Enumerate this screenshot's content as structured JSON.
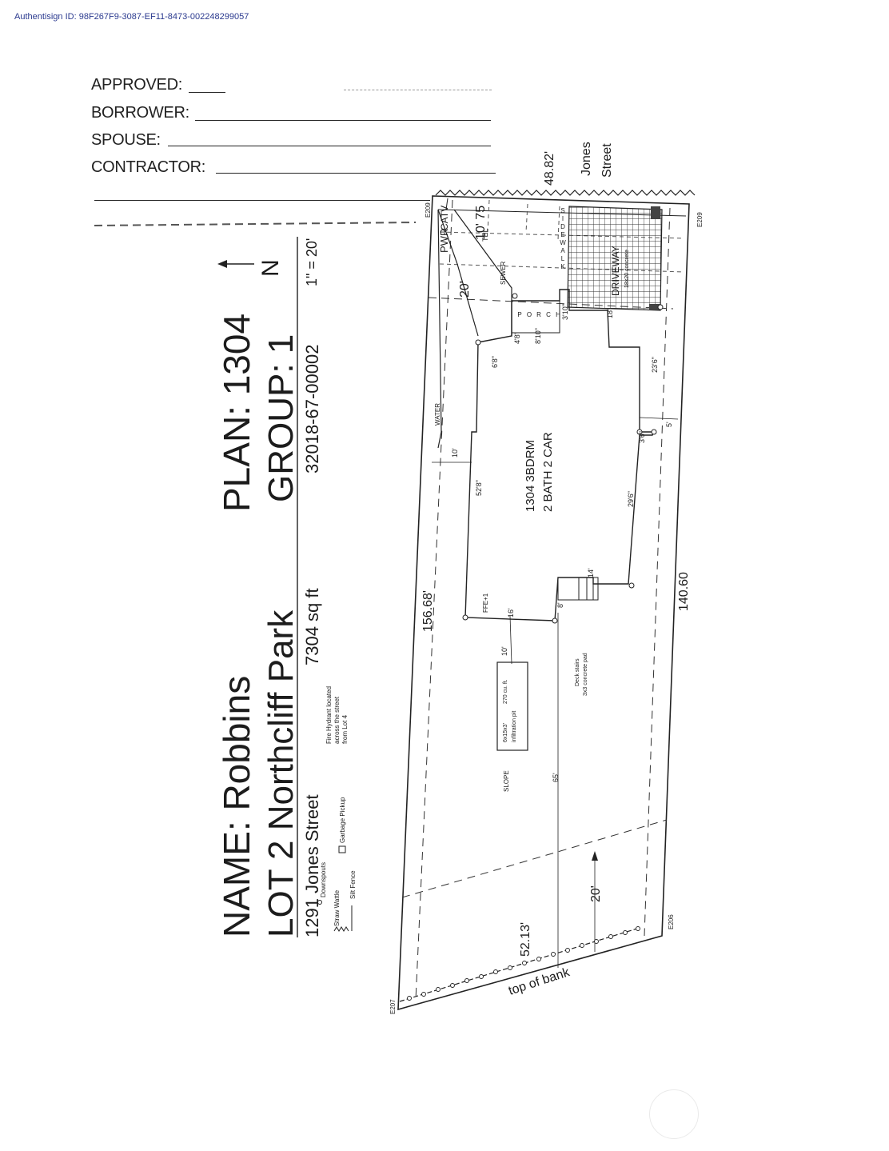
{
  "authentisign": "Authentisign ID: 98F267F9-3087-EF11-8473-002248299057",
  "signatures": {
    "approved": "APPROVED:",
    "borrower": "BORROWER:",
    "spouse": "SPOUSE:",
    "contractor": "CONTRACTOR:"
  },
  "title_block": {
    "name": "NAME:  Robbins",
    "lot": "LOT 2   Northcliff Park",
    "address": "1291 Jones Street",
    "area": "7304 sq ft",
    "plan": "PLAN: 1304",
    "group": "GROUP: 1",
    "parcel": "32018-67-00002",
    "scale": "1\" = 20'",
    "north": "N"
  },
  "legend": {
    "downspouts": "Downspouts",
    "straw_wattle": "Straw Wattle",
    "silt_fence": "Silt Fence",
    "garbage": "Garbage Pickup",
    "hydrant": [
      "Fire Hydrant located",
      "across the street",
      "from Lot 4"
    ]
  },
  "site": {
    "street_name": [
      "Jones",
      "Street"
    ],
    "frontage": "48.82'",
    "left_line": "156.68'",
    "right_line": "140.60",
    "rear_line": "52.13'",
    "top_of_bank": "top of bank",
    "rear_setback": "20'",
    "corners": {
      "nw": "E209",
      "ne": "E209",
      "sw": "E207",
      "se": "E206"
    },
    "house_label": [
      "1304 3BDRM",
      "2 BATH 2 CAR"
    ],
    "driveway": "DRIVEWAY",
    "driveway_note": "18x20 concrete",
    "sidewalk": [
      "S",
      "I",
      "D",
      "E",
      "W",
      "A",
      "L",
      "K"
    ],
    "porch": [
      "P",
      "O",
      "R",
      "C",
      "H"
    ],
    "pwr": "PWR",
    "catv": "CATV",
    "tel": "TEL",
    "sewer": "SEWER",
    "water": "WATER",
    "slope": "SLOPE",
    "ffe": "FFE+1",
    "infiltration": [
      "6x15x3'",
      "270 cu. ft.",
      "infiltration pit"
    ],
    "deck": [
      "Deck stairs",
      "3x3 concrete pad"
    ],
    "dims": {
      "front_setback": "20'",
      "dim_10_75": "10' 75",
      "porch_w": "4'8\"",
      "porch_d": "8'10\"",
      "porch_s": "3'10\"",
      "garage_s": "18'",
      "side_6_8": "6'8\"",
      "side_10": "10'",
      "depth_52_8": "52'8\"",
      "d23_6": "23'6\"",
      "d3_6": "3'6\"",
      "side_5": "5'",
      "d29_6": "29'6\"",
      "deck_14": "14'",
      "deck_8": "8'",
      "d16": "16'",
      "pit_10": "10'",
      "rear_65": "65'"
    }
  }
}
